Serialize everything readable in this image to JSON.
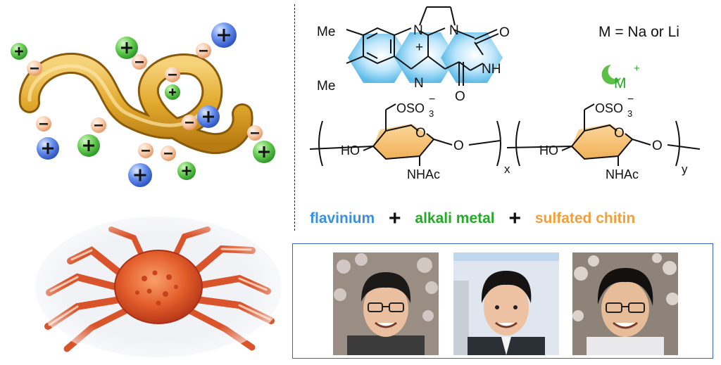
{
  "formula": {
    "methyl_top": "Me",
    "methyl_bottom": "Me",
    "n1": "N",
    "n2": "N",
    "n3": "N",
    "nh": "NH",
    "o1": "O",
    "o2": "O",
    "plus": "+",
    "metal_note": "M = Na or Li",
    "metal_symbol": "M",
    "metal_charge": "+",
    "oso3_1": "OSO",
    "oso3_1_sub": "3",
    "oso3_1_charge": "−",
    "oso3_2": "OSO",
    "oso3_2_sub": "3",
    "oso3_2_charge": "−",
    "ring_o1": "O",
    "ring_o2": "O",
    "link_o1": "O",
    "link_o2": "O",
    "ho1": "HO",
    "ho2": "HO",
    "nhac1": "NHAc",
    "nhac2": "NHAc",
    "sub_x": "x",
    "sub_y": "y"
  },
  "legend": {
    "flavinium": "flavinium",
    "plus1": "+",
    "alkali": "alkali metal",
    "plus2": "+",
    "chitin": "sulfated chitin"
  },
  "colors": {
    "flavinium": "#3a8fe0",
    "alkali": "#27a82a",
    "chitin": "#f0a03a",
    "frame": "#3a63b8"
  }
}
